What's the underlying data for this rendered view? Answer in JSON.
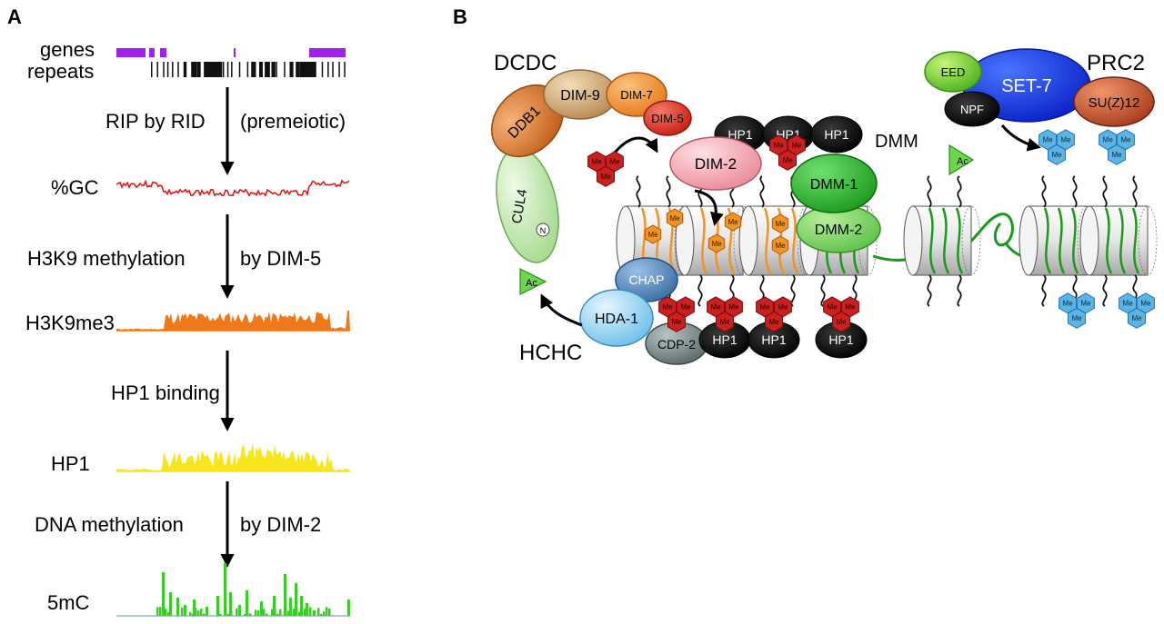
{
  "panel_a": {
    "label": "A",
    "tracks": {
      "genes": "genes",
      "repeats": "repeats",
      "gc": "%GC",
      "h3k9me3": "H3K9me3",
      "hp1": "HP1",
      "mc": "5mC"
    },
    "steps": {
      "rip": "RIP by RID",
      "premeiotic": "(premeiotic)",
      "h3k9": "H3K9 methylation",
      "by_dim5": "by DIM-5",
      "hp1_binding": "HP1 binding",
      "dna_meth": "DNA methylation",
      "by_dim2": "by DIM-2"
    }
  },
  "panel_b": {
    "label": "B",
    "complexes": {
      "dcdc": "DCDC",
      "prc2": "PRC2",
      "dmm": "DMM",
      "hchc": "HCHC"
    },
    "proteins": {
      "ddb1": "DDB1",
      "dim9": "DIM-9",
      "dim7": "DIM-7",
      "dim5": "DIM-5",
      "cul4": "CUL4",
      "n": "N",
      "dim2": "DIM-2",
      "hp1": "HP1",
      "dmm1": "DMM-1",
      "dmm2": "DMM-2",
      "eed": "EED",
      "set7": "SET-7",
      "npf": "NPF",
      "suz12": "SU(Z)12",
      "chap": "CHAP",
      "hda1": "HDA-1",
      "cdp2": "CDP-2"
    },
    "marks": {
      "me": "Me",
      "ac": "Ac"
    }
  },
  "colors": {
    "genes": "#a020f0",
    "gc": "#dd1111",
    "h3k9me3": "#f07818",
    "hp1_track": "#f5e61e",
    "mc": "#3ccc2a",
    "red_me": "#cc1f1f",
    "orange_me": "#f39322",
    "blue_me": "#5ab4e6",
    "dna_green": "#1a9a1a"
  }
}
